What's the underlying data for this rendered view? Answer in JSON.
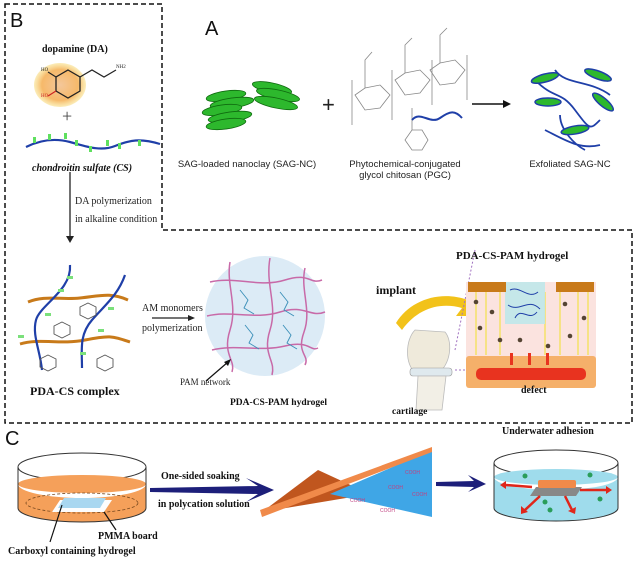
{
  "figure": {
    "panels": {
      "A": {
        "letter": "A",
        "labels": {
          "sag_nc": "SAG-loaded nanoclay (SAG-NC)",
          "pgc_line1": "Phytochemical-conjugated",
          "pgc_line2": "glycol chitosan (PGC)",
          "exfoliated": "Exfoliated SAG-NC"
        },
        "operator_plus": "+"
      },
      "B": {
        "letter": "B",
        "labels": {
          "dopamine": "dopamine (DA)",
          "plus": "+",
          "chondroitin": "chondroitin sulfate (CS)",
          "step1_line1": "DA polymerization",
          "step1_line2": "in alkaline condition",
          "pda_cs": "PDA-CS complex",
          "step2_line1": "AM monomers",
          "step2_line2": "polymerization",
          "pam_network": "PAM network",
          "pda_cs_pam": "PDA-CS-PAM hydrogel",
          "implant": "implant",
          "cartilage": "cartilage",
          "pda_cs_pam_top": "PDA-CS-PAM hydrogel",
          "defect": "defect"
        },
        "chem": {
          "ho1": "HO",
          "ho2": "HO",
          "nh2": "NH2"
        }
      },
      "C": {
        "letter": "C",
        "labels": {
          "soak_line1": "One-sided soaking",
          "soak_line2": "in polycation solution",
          "pmma": "PMMA board",
          "carboxyl": "Carboxyl containing hydrogel",
          "underwater": "Underwater adhesion"
        },
        "cooh_label": "COOH"
      }
    },
    "colors": {
      "nanoclay_green": "#2db82d",
      "polymer_blue": "#1f3fa8",
      "cs_orange": "#c87a1a",
      "pam_pink": "#c86aa8",
      "hydrogel_bg": "#dcebf6",
      "dish_orange": "#f5a05a",
      "water_blue": "#9fdcec",
      "arrow_navy": "#1d1f7a",
      "arrow_red": "#e0261a",
      "implant_yellow": "#f2c21a",
      "defect_red": "#e8331f",
      "tissue_pink": "#fbe3df"
    }
  }
}
